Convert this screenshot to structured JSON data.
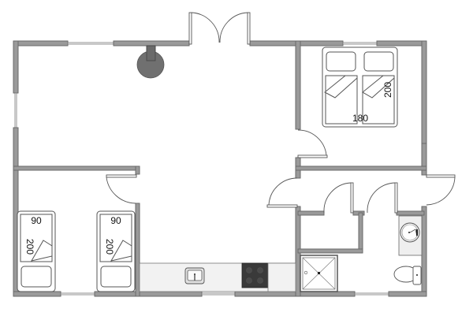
{
  "title": "Floor plan",
  "colors": {
    "wall_fill": "#9a9a9a",
    "wall_stroke": "#6a6a6a",
    "line": "#555555",
    "counter": "#f2f2f2",
    "stove": "#3a3a3a",
    "fireplace": "#707070",
    "background": "#ffffff"
  },
  "rooms": [
    {
      "name": "living-kitchen",
      "label": ""
    },
    {
      "name": "master-bedroom",
      "label": ""
    },
    {
      "name": "twin-bedroom",
      "label": ""
    },
    {
      "name": "bathroom",
      "label": ""
    },
    {
      "name": "hallway",
      "label": ""
    },
    {
      "name": "storage",
      "label": ""
    }
  ],
  "beds": {
    "double": {
      "width_label": "180",
      "length_label": "200"
    },
    "single_left": {
      "width_label": "90",
      "length_label": "200"
    },
    "single_right": {
      "width_label": "90",
      "length_label": "200"
    }
  },
  "fixtures": {
    "fireplace": "wood-stove",
    "sink": "kitchen-sink",
    "stove": "cooktop-4-burner",
    "shower": "shower-tray",
    "washbasin": "round-washbasin",
    "toilet": "wc"
  }
}
